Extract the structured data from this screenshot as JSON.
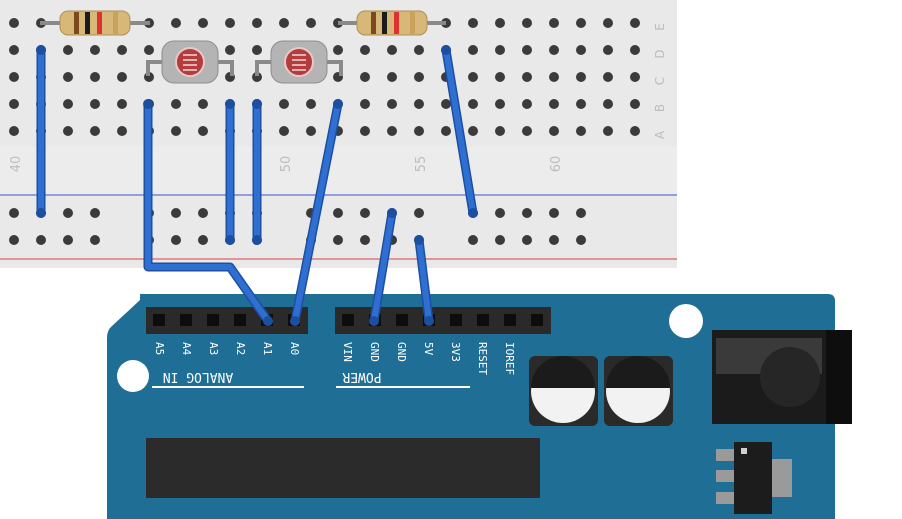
{
  "breadboard": {
    "column_numbers": [
      "40",
      "50",
      "55",
      "60"
    ],
    "row_letters": [
      "E",
      "D",
      "C",
      "B",
      "A"
    ],
    "color_body": "#e9e9e9",
    "color_hole": "#3b3b3b"
  },
  "arduino": {
    "color_board": "#1f6e96",
    "analog_pins": [
      "A5",
      "A4",
      "A3",
      "A2",
      "A1",
      "A0"
    ],
    "analog_label": "ANALOG IN",
    "power_pins": [
      "VIN",
      "GND",
      "GND",
      "5V",
      "3V3",
      "RESET",
      "IOREF"
    ],
    "power_label": "POWER"
  },
  "wires": {
    "color": "#2f6fd1",
    "edge": "#1c4fa0"
  },
  "rails": {
    "blue_line": "#3b52d8",
    "red_line": "#d84040"
  }
}
